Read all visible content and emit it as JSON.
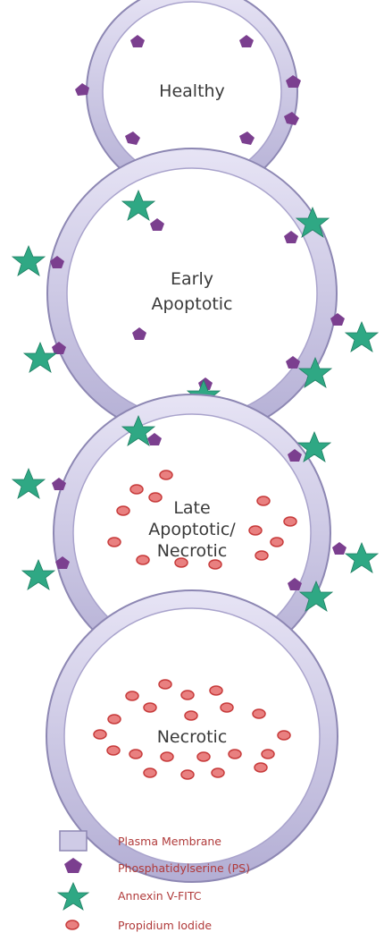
{
  "cells": [
    {
      "stage": "healthy",
      "label_lines": [
        "Healthy"
      ]
    },
    {
      "stage": "early-apoptotic",
      "label_lines": [
        "Early",
        "Apoptotic"
      ]
    },
    {
      "stage": "late-apoptotic-necrotic",
      "label_lines": [
        "Late",
        "Apoptotic/",
        "Necrotic"
      ]
    },
    {
      "stage": "necrotic",
      "label_lines": [
        "Necrotic"
      ]
    }
  ],
  "legend": {
    "plasma_membrane": "Plasma Membrane",
    "phosphatidylserine": "Phosphatidylserine (PS)",
    "annexin": "Annexin V-FITC",
    "propidium": "Propidium Iodide"
  },
  "colors": {
    "membrane": "#cfcbe6",
    "membrane_edge": "#8d87b3",
    "ps": "#7b3f8f",
    "annexin": "#2fa884",
    "propidium_fill": "#e98080",
    "propidium_edge": "#c73b3b",
    "legend_text": "#b03a3a"
  }
}
